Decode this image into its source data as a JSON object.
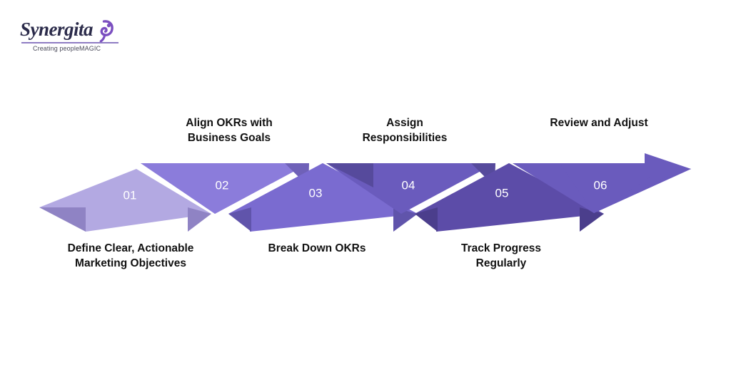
{
  "logo": {
    "wordmark": "Synergita",
    "tagline": "Creating peopleMAGIC",
    "icon": "swirl-icon",
    "wordmark_color": "#2b2b4a",
    "accent_color": "#7b4fc0"
  },
  "diagram": {
    "title_visible": false,
    "type": "zigzag-chevron-process",
    "background": "#ffffff",
    "segments": [
      {
        "number": "01",
        "label": "Define Clear, Actionable\nMarketing Objectives",
        "label_position": "bottom",
        "direction": "left",
        "row": "lower",
        "color": "#b3a9e2",
        "tail_color": "#8f83c4"
      },
      {
        "number": "02",
        "label": "Align OKRs with\nBusiness Goals",
        "label_position": "top",
        "direction": "left",
        "row": "upper",
        "color": "#8b7cdb",
        "tail_color": "#6f61b8"
      },
      {
        "number": "03",
        "label": "Break Down OKRs",
        "label_position": "bottom",
        "direction": "left",
        "row": "lower",
        "color": "#7a6bd0",
        "tail_color": "#6054ab"
      },
      {
        "number": "04",
        "label": "Assign\nResponsibilities",
        "label_position": "top",
        "direction": "left",
        "row": "upper",
        "color": "#6a5bbd",
        "tail_color": "#564a9c"
      },
      {
        "number": "05",
        "label": "Track Progress\nRegularly",
        "label_position": "bottom",
        "direction": "left",
        "row": "lower",
        "color": "#5c4ca8",
        "tail_color": "#4b3e8c"
      },
      {
        "number": "06",
        "label": "Review and Adjust",
        "label_position": "top",
        "direction": "right",
        "row": "upper",
        "color": "#6a5bbd",
        "tail_color": "#564a9c"
      }
    ]
  }
}
